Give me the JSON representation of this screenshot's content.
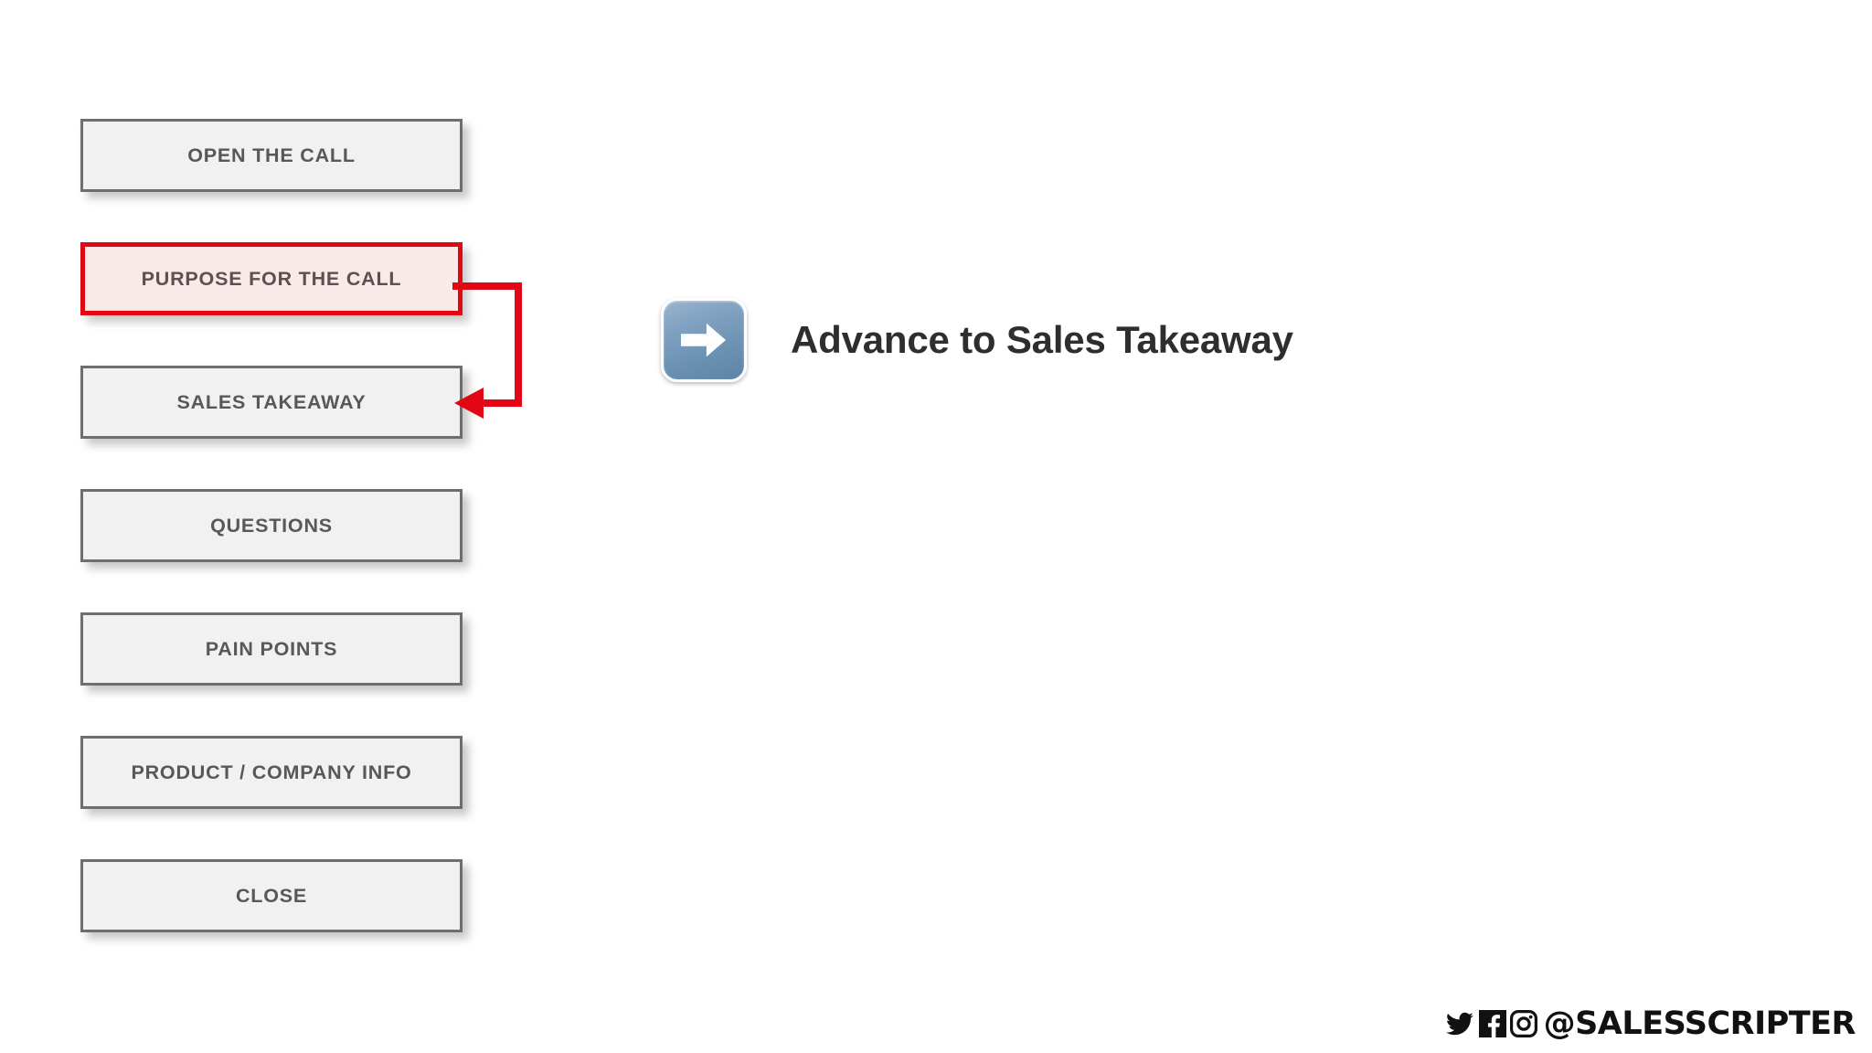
{
  "slide": {
    "background_color": "#ffffff"
  },
  "stage_list": {
    "name": "call-stages",
    "active_index": 1,
    "active_fill": "#fae9e9",
    "active_border": "#e30613",
    "default_fill": "#f1f1f1",
    "default_border": "#6e6e6e",
    "label_color": "#585858",
    "items": [
      {
        "label": "OPEN THE CALL",
        "active": false
      },
      {
        "label": "PURPOSE FOR THE CALL",
        "active": true
      },
      {
        "label": "SALES TAKEAWAY",
        "active": false
      },
      {
        "label": "QUESTIONS",
        "active": false
      },
      {
        "label": "PAIN POINTS",
        "active": false
      },
      {
        "label": "PRODUCT / COMPANY INFO",
        "active": false
      },
      {
        "label": "CLOSE",
        "active": false
      }
    ]
  },
  "connector": {
    "name": "flow-arrow",
    "color": "#e30613",
    "from": "PURPOSE FOR THE CALL",
    "to": "SALES TAKEAWAY"
  },
  "advance_panel": {
    "icon": "blue-right-arrow-icon",
    "icon_color": "#6d93b4",
    "heading": "Advance to Sales Takeaway",
    "heading_color": "#2e2e2e"
  },
  "footer": {
    "icons": [
      "twitter-icon",
      "facebook-icon",
      "instagram-icon"
    ],
    "handle": "@SALESSCRIPTER",
    "color": "#111111"
  }
}
